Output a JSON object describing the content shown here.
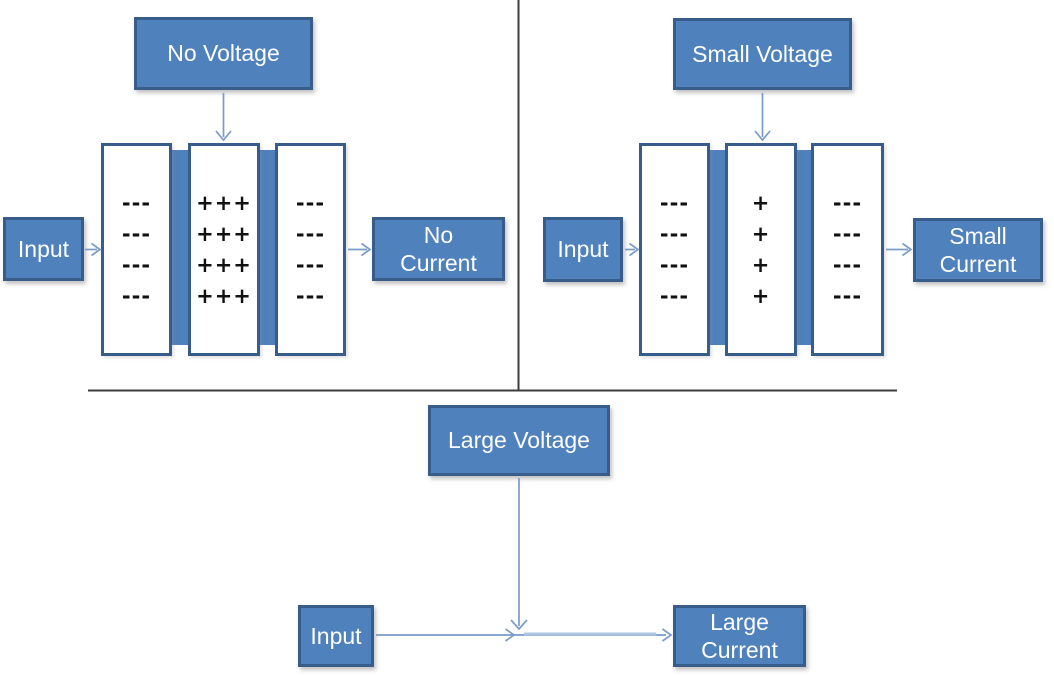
{
  "colors": {
    "box_fill": "#4f81bd",
    "box_border": "#385d8a",
    "connector": "#7a9cc8",
    "connector_light": "#abc4e0",
    "divider": "#3d3d3d",
    "symbol_color": "#111111"
  },
  "panels": {
    "top_left": {
      "voltage_label": "No Voltage",
      "input_label": "Input",
      "output_label": "No\nCurrent",
      "columns": [
        {
          "rows": [
            "---",
            "---",
            "---",
            "---"
          ]
        },
        {
          "rows": [
            "+++",
            "+++",
            "+++",
            "+++"
          ]
        },
        {
          "rows": [
            "---",
            "---",
            "---",
            "---"
          ]
        }
      ]
    },
    "top_right": {
      "voltage_label": "Small Voltage",
      "input_label": "Input",
      "output_label": "Small\nCurrent",
      "columns": [
        {
          "rows": [
            "---",
            "---",
            "---",
            "---"
          ]
        },
        {
          "rows": [
            "+",
            "+",
            "+",
            "+"
          ]
        },
        {
          "rows": [
            "---",
            "---",
            "---",
            "---"
          ]
        }
      ]
    },
    "bottom": {
      "voltage_label": "Large Voltage",
      "input_label": "Input",
      "output_label": "Large\nCurrent"
    }
  }
}
